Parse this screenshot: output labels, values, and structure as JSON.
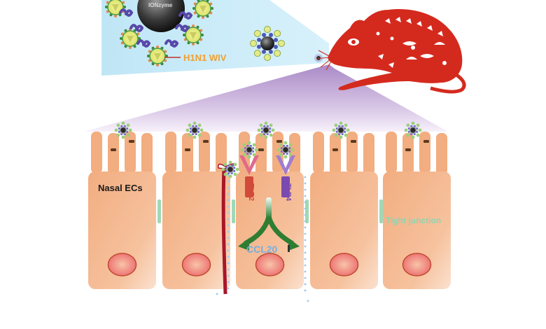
{
  "figure": {
    "description": "Intranasal IONzyme-H1N1 WIV vaccine interaction with nasal epithelial cells",
    "labels": {
      "nanozyme": "IONzyme",
      "virus": "H1N1 WIV",
      "cells": "Nasal ECs",
      "tlr2": "TLR2",
      "tlr4": "TLR4",
      "chemokine": "CCL20",
      "junction": "Tight junction"
    },
    "colors": {
      "inset_panel": "#bfe6f6",
      "zoom_wedge": "#a88bc6",
      "mouse": "#d42a1e",
      "cell_body": "#f4b183",
      "nucleus": "#ec7f7a",
      "tight_junction": "#9fd8b8",
      "tlr2": "#d24a3a",
      "tlr4": "#7a4ab0",
      "arrow": "#2e7d32",
      "capillary": "#a8162a"
    },
    "cell_count": 5
  }
}
